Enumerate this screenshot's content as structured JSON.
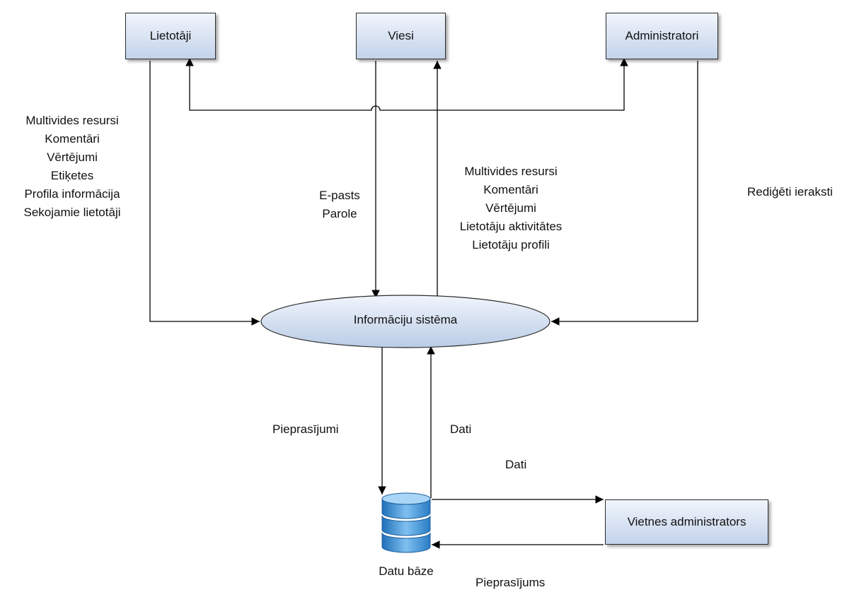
{
  "entities": {
    "lietotaji": "Lietotāji",
    "viesi": "Viesi",
    "administratori": "Administratori",
    "vietnes_admin": "Vietnes administrators"
  },
  "process": {
    "label": "Informāciju sistēma"
  },
  "database": {
    "label": "Datu bāze"
  },
  "flows": {
    "users_to_system": [
      "Multivides resursi",
      "Komentāri",
      "Vērtējumi",
      "Etiķetes",
      "Profila informācija",
      "Sekojamie lietotāji"
    ],
    "guests_to_system": [
      "E-pasts",
      "Parole"
    ],
    "system_to_guests": [
      "Multivides resursi",
      "Komentāri",
      "Vērtējumi",
      "Lietotāju aktivitātes",
      "Lietotāju profili"
    ],
    "admins_to_system": "Rediģēti ieraksti",
    "system_to_db": "Pieprasījumi",
    "db_to_system": "Dati",
    "db_to_site_admin": "Dati",
    "site_admin_to_db": "Pieprasījums"
  }
}
